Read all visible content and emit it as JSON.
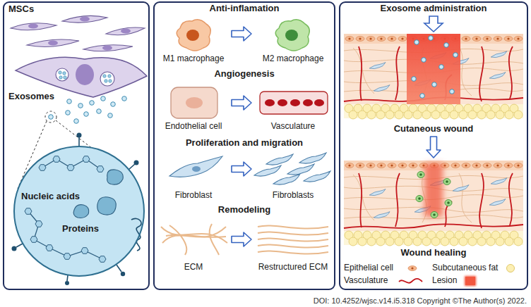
{
  "diagram": {
    "caption": "DOI: 10.4252/wjsc.v14.i5.318 Copyright ©The Author(s) 2022.",
    "nodes": [
      {
        "text": [
          "MSCs",
          "Exosomes"
        ]
      },
      {
        "text": [
          "Nucleic acids",
          "Proteins"
        ],
        "in": 0
      },
      {
        "text": [
          "Anti-inflamation",
          "Angiogenesis",
          "Proliferation and migration",
          "Remodeling"
        ]
      },
      {
        "text": [
          "M1 macrophage"
        ],
        "in": 2
      },
      {
        "text": [
          "M2 macrophage"
        ],
        "in": 2
      },
      {
        "text": [
          "Endothelial cell"
        ],
        "in": 2
      },
      {
        "text": [
          "Vasculature"
        ],
        "in": 2
      },
      {
        "text": [
          "Fibroblast"
        ],
        "in": 2
      },
      {
        "text": [
          "Fibroblasts"
        ],
        "in": 2
      },
      {
        "text": [
          "ECM"
        ],
        "in": 2
      },
      {
        "text": [
          "Restructured ECM"
        ],
        "in": 2
      },
      {
        "text": [
          "Exosome administration"
        ]
      },
      {
        "text": [
          "Cutaneous wound"
        ],
        "in": 11
      },
      {
        "text": [
          "Wound healing"
        ],
        "in": 11
      }
    ],
    "edges": [
      {
        "from": 3,
        "to": 4,
        "arrow": "to"
      },
      {
        "from": 5,
        "to": 6,
        "arrow": "to"
      },
      {
        "from": 7,
        "to": 8,
        "arrow": "to"
      },
      {
        "from": 9,
        "to": 10,
        "arrow": "to"
      },
      {
        "from": 12,
        "to": 13,
        "arrow": "to"
      }
    ],
    "legend": [
      {
        "text": "Epithelial cell"
      },
      {
        "text": "Subcutaneous fat",
        "color": "#fcefb4"
      },
      {
        "text": "Vasculature"
      },
      {
        "text": "Lesion",
        "color": "#f2573f"
      }
    ]
  }
}
